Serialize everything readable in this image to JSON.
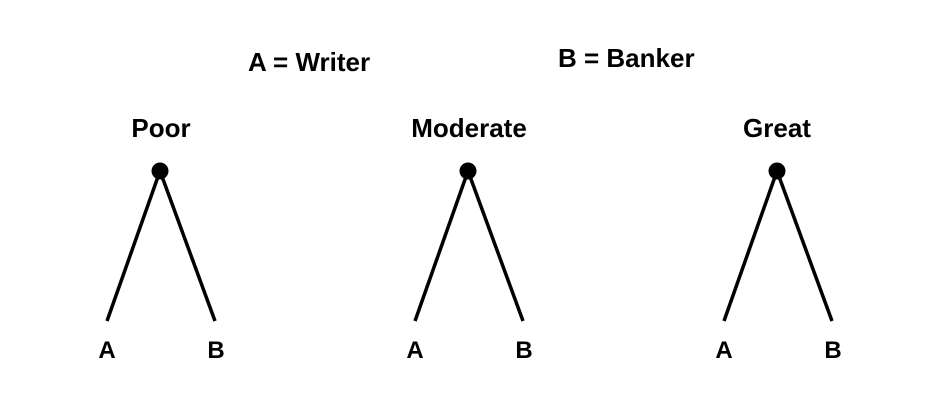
{
  "legend": {
    "a": "A = Writer",
    "b": "B = Banker"
  },
  "trees": [
    {
      "title": "Poor",
      "left_leaf": "A",
      "right_leaf": "B"
    },
    {
      "title": "Moderate",
      "left_leaf": "A",
      "right_leaf": "B"
    },
    {
      "title": "Great",
      "left_leaf": "A",
      "right_leaf": "B"
    }
  ],
  "colors": {
    "ink": "#000000",
    "background": "#ffffff"
  }
}
